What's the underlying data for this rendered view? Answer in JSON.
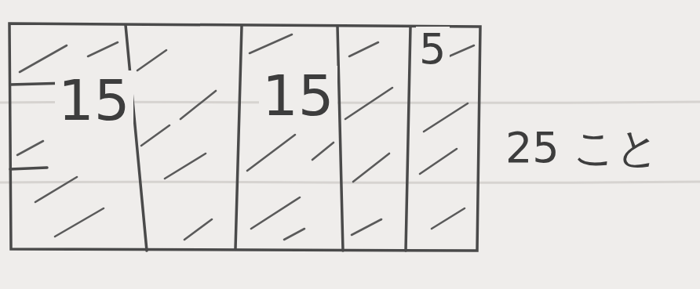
{
  "diagram": {
    "nodes": [
      {
        "text": [
          "15"
        ]
      },
      {
        "text": [
          "15"
        ]
      },
      {
        "text": [
          "5"
        ]
      }
    ],
    "labels": [
      "25 こと"
    ]
  }
}
